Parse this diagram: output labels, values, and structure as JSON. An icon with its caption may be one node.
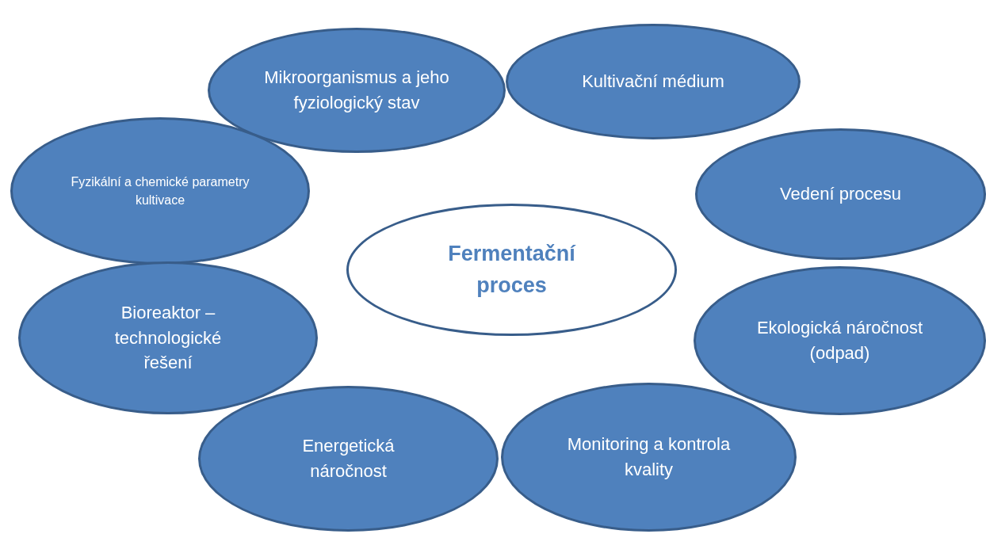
{
  "diagram": {
    "nodes": [
      {
        "text": [
          "Mikroorganismus a jeho fyziologický stav"
        ]
      },
      {
        "text": [
          "Kultivační médium"
        ]
      },
      {
        "text": [
          "Fyzikální a chemické parametry kultivace"
        ]
      },
      {
        "text": [
          "Vedení procesu"
        ]
      },
      {
        "text": [
          "Fermentační proces"
        ]
      },
      {
        "text": [
          "Bioreaktor – technologické řešení"
        ]
      },
      {
        "text": [
          "Ekologická náročnost (odpad)"
        ]
      },
      {
        "text": [
          "Energetická náročnost"
        ]
      },
      {
        "text": [
          "Monitoring a kontrola kvality"
        ]
      }
    ]
  }
}
